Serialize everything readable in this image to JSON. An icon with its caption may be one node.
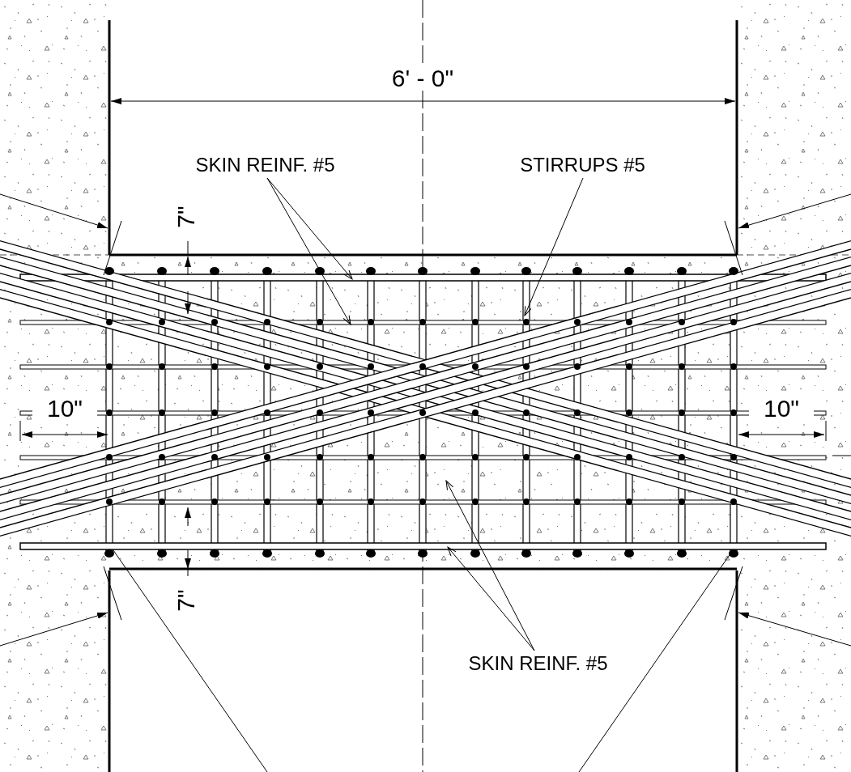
{
  "diagram": {
    "nodes": [
      {
        "text": [
          "SKIN REINF. #5"
        ]
      },
      {
        "text": [
          "STIRRUPS #5"
        ]
      },
      {
        "text": [
          "SKIN REINF. #5"
        ]
      }
    ],
    "edges": [
      {
        "from": 0,
        "to": null,
        "arrow": "to"
      },
      {
        "from": 0,
        "to": null,
        "arrow": "to"
      },
      {
        "from": 1,
        "to": null,
        "arrow": "to"
      },
      {
        "from": 2,
        "to": null,
        "arrow": "to"
      },
      {
        "from": 2,
        "to": null,
        "arrow": "to"
      }
    ],
    "labels": [
      "6' - 0\"",
      "7\"",
      "10\"",
      "10\"",
      "7\""
    ]
  }
}
